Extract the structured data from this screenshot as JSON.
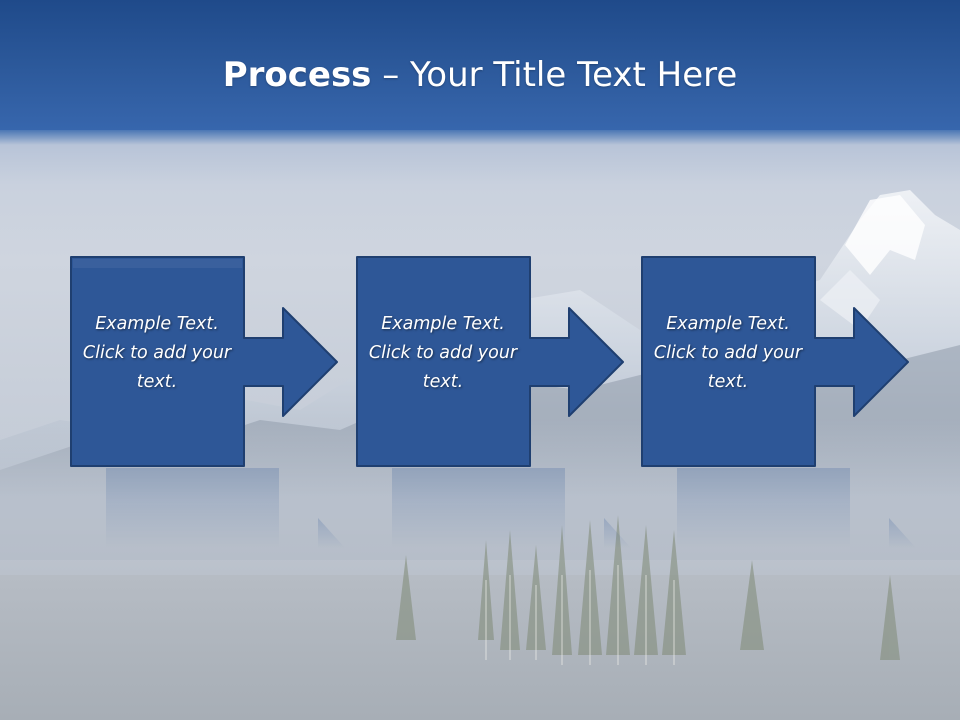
{
  "slide": {
    "title_bold": "Process",
    "title_rest": " – Your Title Text Here"
  },
  "steps": [
    {
      "text": "Example Text. Click  to add your text."
    },
    {
      "text": "Example Text. Click  to add your text."
    },
    {
      "text": "Example Text. Click  to add your text."
    }
  ],
  "colors": {
    "shape_fill": "#2e5797",
    "shape_border": "#1f3f70",
    "title_bar": "#2d5a9c",
    "text": "#ffffff"
  },
  "icons": [
    "arrow-right-icon"
  ]
}
